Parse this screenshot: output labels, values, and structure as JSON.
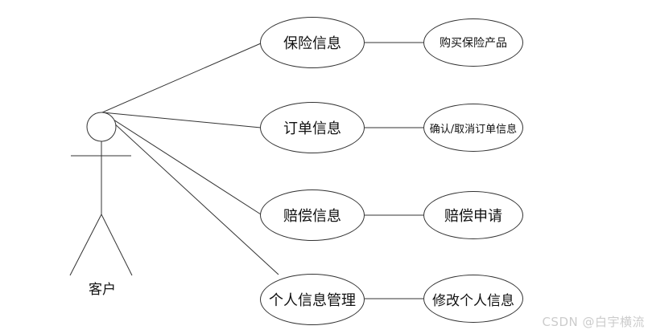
{
  "diagram": {
    "type": "uml-use-case",
    "actor": {
      "label": "客户"
    },
    "rows": [
      {
        "usecase": "保险信息",
        "action": "购买保险产品"
      },
      {
        "usecase": "订单信息",
        "action": "确认/取消订单信息"
      },
      {
        "usecase": "赔偿信息",
        "action": "赔偿申请"
      },
      {
        "usecase": "个人信息管理",
        "action": "修改个人信息"
      }
    ],
    "colors": {
      "stroke": "#333333",
      "text": "#111111",
      "background": "#ffffff"
    }
  },
  "watermark": {
    "label": "CSDN @白宇横流",
    "color": "#cccccc"
  }
}
